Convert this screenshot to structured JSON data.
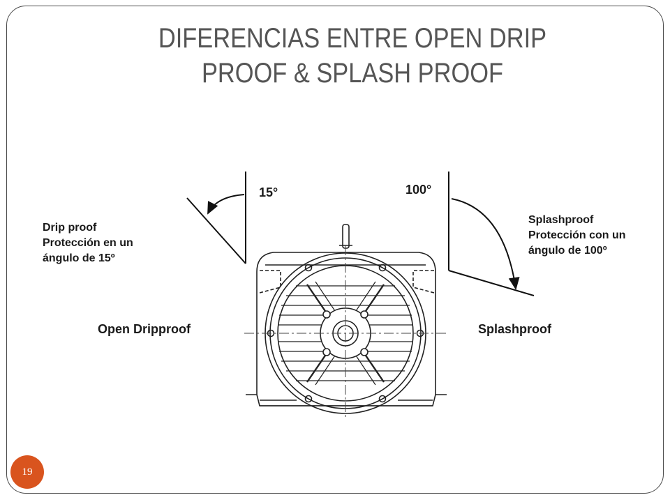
{
  "slide": {
    "title_line1": "DIFERENCIAS ENTRE OPEN DRIP",
    "title_line2": "PROOF & SPLASH PROOF",
    "page_number": "19"
  },
  "diagram": {
    "drip_label_line1": "Drip proof",
    "drip_label_line2": "Protección en un",
    "drip_label_line3": "ángulo de 15º",
    "splash_label_line1": "Splashproof",
    "splash_label_line2": "Protección con un",
    "splash_label_line3": "ángulo de 100º",
    "open_dripproof": "Open Dripproof",
    "splashproof": "Splashproof",
    "angle_15": "15°",
    "angle_100": "100°"
  },
  "colors": {
    "accent": "#d9541e",
    "title": "#555555",
    "frame": "#4a4a4a"
  }
}
